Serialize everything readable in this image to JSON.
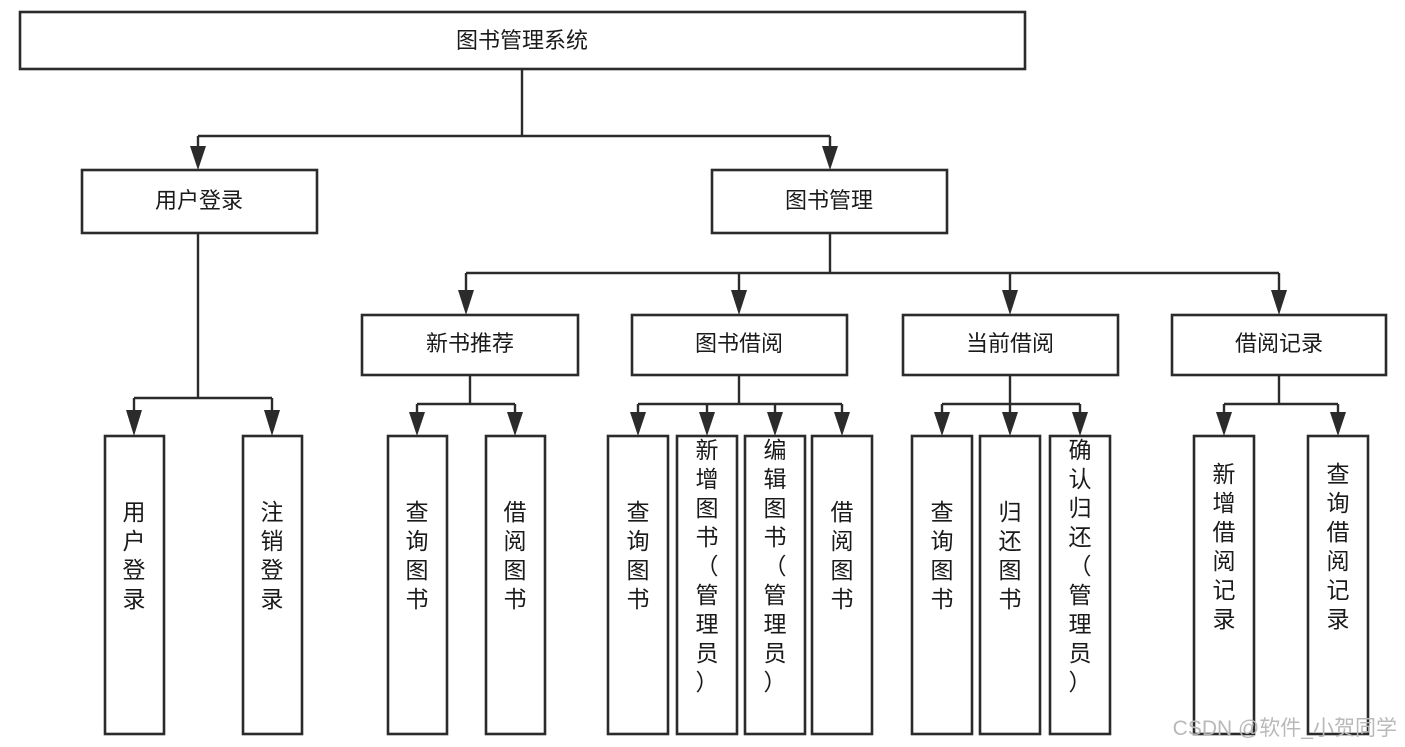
{
  "diagram": {
    "type": "tree-hierarchy",
    "title": "图书管理系统",
    "orientation": "top-down",
    "colors": {
      "box_stroke": "#2b2b2b",
      "box_fill": "#ffffff",
      "text": "#1a1a1a",
      "connector": "#2b2b2b",
      "watermark": "#b9b9b9",
      "background": "#ffffff"
    },
    "root": {
      "id": "root",
      "label": "图书管理系统"
    },
    "level1": [
      {
        "id": "user-login",
        "label": "用户登录"
      },
      {
        "id": "book-manage",
        "label": "图书管理"
      }
    ],
    "level2": [
      {
        "id": "new-book-recommend",
        "label": "新书推荐",
        "parent": "book-manage"
      },
      {
        "id": "book-borrow",
        "label": "图书借阅",
        "parent": "book-manage"
      },
      {
        "id": "current-borrow",
        "label": "当前借阅",
        "parent": "book-manage"
      },
      {
        "id": "borrow-record",
        "label": "借阅记录",
        "parent": "book-manage"
      }
    ],
    "leaves": {
      "user-login": [
        {
          "id": "leaf-user-login",
          "label": "用户登录"
        },
        {
          "id": "leaf-user-logout",
          "label": "注销登录"
        }
      ],
      "new-book-recommend": [
        {
          "id": "leaf-query-book-1",
          "label": "查询图书"
        },
        {
          "id": "leaf-borrow-book-1",
          "label": "借阅图书"
        }
      ],
      "book-borrow": [
        {
          "id": "leaf-query-book-2",
          "label": "查询图书"
        },
        {
          "id": "leaf-add-book",
          "label": "新增图书（管理员）"
        },
        {
          "id": "leaf-edit-book",
          "label": "编辑图书（管理员）"
        },
        {
          "id": "leaf-borrow-book-2",
          "label": "借阅图书"
        }
      ],
      "current-borrow": [
        {
          "id": "leaf-query-book-3",
          "label": "查询图书"
        },
        {
          "id": "leaf-return-book",
          "label": "归还图书"
        },
        {
          "id": "leaf-confirm-return",
          "label": "确认归还（管理员）"
        }
      ],
      "borrow-record": [
        {
          "id": "leaf-add-record",
          "label": "新增借阅记录"
        },
        {
          "id": "leaf-query-record",
          "label": "查询借阅记录"
        }
      ]
    }
  },
  "watermark": {
    "label": "CSDN @软件_小贺同学"
  }
}
